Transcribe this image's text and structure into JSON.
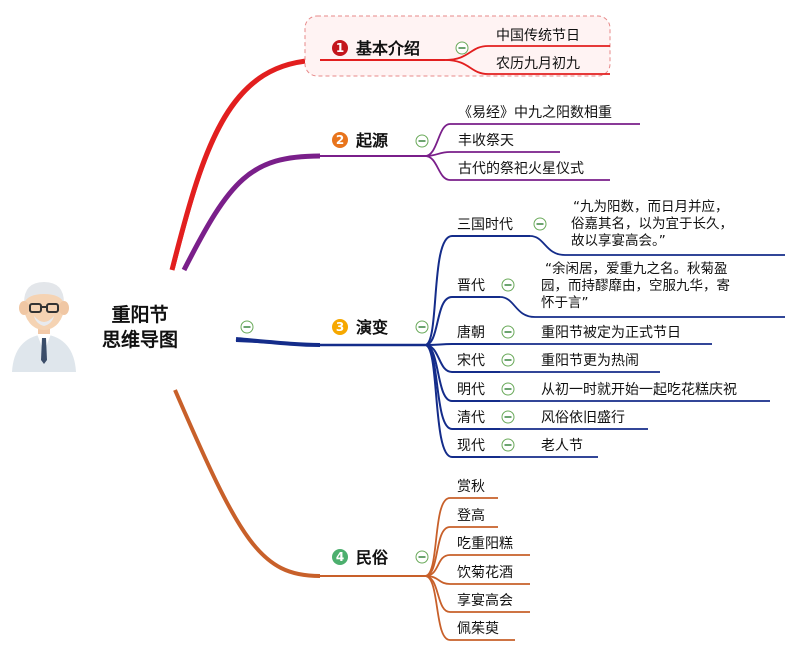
{
  "center": {
    "line1": "重阳节",
    "line2": "思维导图",
    "avatar_icon": "old-man-avatar-icon"
  },
  "colors": {
    "basic": "#e21f1f",
    "origin": "#7a1f8a",
    "evolution": "#142c8a",
    "custom": "#c8602a",
    "num_basic": "#c4161c",
    "num_origin": "#e8741c",
    "num_evolution": "#f6a800",
    "num_custom": "#4caf6e",
    "collapse_icon": "collapse-minus-icon"
  },
  "branches": {
    "basic": {
      "num": "1",
      "label": "基本介绍",
      "items": [
        "中国传统节日",
        "农历九月初九"
      ]
    },
    "origin": {
      "num": "2",
      "label": "起源",
      "items": [
        "《易经》中九之阳数相重",
        "丰收祭天",
        "古代的祭祀火星仪式"
      ]
    },
    "evolution": {
      "num": "3",
      "label": "演变",
      "items": [
        {
          "era": "三国时代",
          "lines": [
            "“九为阳数，而日月并应，",
            "俗嘉其名，以为宜于长久，",
            "故以享宴高会。”"
          ]
        },
        {
          "era": "晋代",
          "lines": [
            "“余闲居，爱重九之名。秋菊盈",
            "园，而持醪靡由，空服九华，寄",
            "怀于言”"
          ]
        },
        {
          "era": "唐朝",
          "lines": [
            "重阳节被定为正式节日"
          ]
        },
        {
          "era": "宋代",
          "lines": [
            "重阳节更为热闹"
          ]
        },
        {
          "era": "明代",
          "lines": [
            "从初一时就开始一起吃花糕庆祝"
          ]
        },
        {
          "era": "清代",
          "lines": [
            "风俗依旧盛行"
          ]
        },
        {
          "era": "现代",
          "lines": [
            "老人节"
          ]
        }
      ]
    },
    "custom": {
      "num": "4",
      "label": "民俗",
      "items": [
        "赏秋",
        "登高",
        "吃重阳糕",
        "饮菊花酒",
        "享宴高会",
        "佩茱萸"
      ]
    }
  }
}
